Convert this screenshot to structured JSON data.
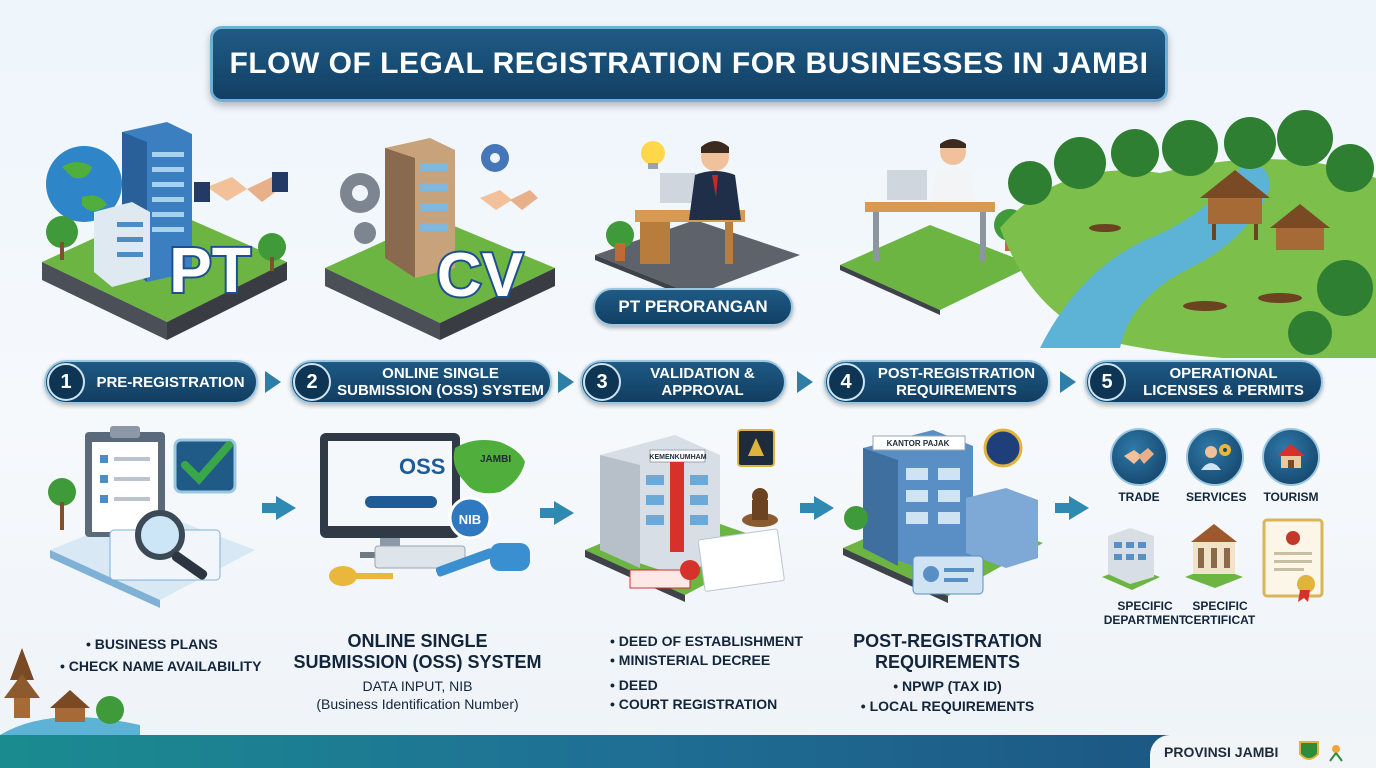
{
  "title": "FLOW OF LEGAL REGISTRATION FOR BUSINESSES IN JAMBI",
  "scenes": {
    "pt_label": "PT",
    "cv_label": "CV",
    "perorangan_label": "PT PERORANGAN"
  },
  "steps": [
    {
      "num": "1",
      "label": "PRE-REGISTRATION"
    },
    {
      "num": "2",
      "label": "ONLINE SINGLE SUBMISSION (OSS) SYSTEM"
    },
    {
      "num": "3",
      "label": "VALIDATION & APPROVAL"
    },
    {
      "num": "4",
      "label": "POST-REGISTRATION REQUIREMENTS"
    },
    {
      "num": "5",
      "label": "OPERATIONAL LICENSES & PERMITS"
    }
  ],
  "illustrations": {
    "oss_logo": "OSS",
    "oss_jambi": "JAMBI",
    "oss_nib": "NIB",
    "ministry_sign": "KEMENKUMHAM",
    "tax_office_sign": "KANTOR PAJAK",
    "icons": [
      "clipboard-icon",
      "checkmark-icon",
      "magnifier-icon",
      "monitor-icon",
      "key-icon",
      "map-icon",
      "building-icon",
      "stamp-icon",
      "document-icon",
      "tax-office-icon",
      "id-card-icon"
    ]
  },
  "details": {
    "step1": {
      "bullets": [
        "• BUSINESS PLANS",
        "• CHECK NAME AVAILABILITY"
      ]
    },
    "step2": {
      "heading_line1": "ONLINE SINGLE",
      "heading_line2": "SUBMISSION (OSS) SYSTEM",
      "sub_line1": "DATA INPUT, NIB",
      "sub_line2": "(Business Identification Number)"
    },
    "step3": {
      "bullets": [
        "• DEED OF ESTABLISHMENT",
        "• MINISTERIAL DECREE",
        "• DEED",
        "• COURT REGISTRATION"
      ]
    },
    "step4": {
      "heading_line1": "POST-REGISTRATION",
      "heading_line2": "REQUIREMENTS",
      "bullets": [
        "• NPWP (TAX ID)",
        "• LOCAL REQUIREMENTS"
      ]
    },
    "step5": {
      "licenses": [
        {
          "label": "TRADE",
          "icon": "handshake-icon"
        },
        {
          "label": "SERVICES",
          "icon": "services-icon"
        },
        {
          "label": "TOURISM",
          "icon": "tourism-icon"
        }
      ],
      "specific": [
        {
          "line1": "SPECIFIC",
          "line2": "DEPARTMENT"
        },
        {
          "line1": "SPECIFIC",
          "line2": "CERTIFICAT"
        }
      ]
    }
  },
  "footer": {
    "region": "PROVINSI JAMBI"
  },
  "colors": {
    "banner": "#123f63",
    "accent": "#2f8ab2",
    "footer_teal": "#1a8c8f",
    "check_green": "#3aa64a"
  }
}
